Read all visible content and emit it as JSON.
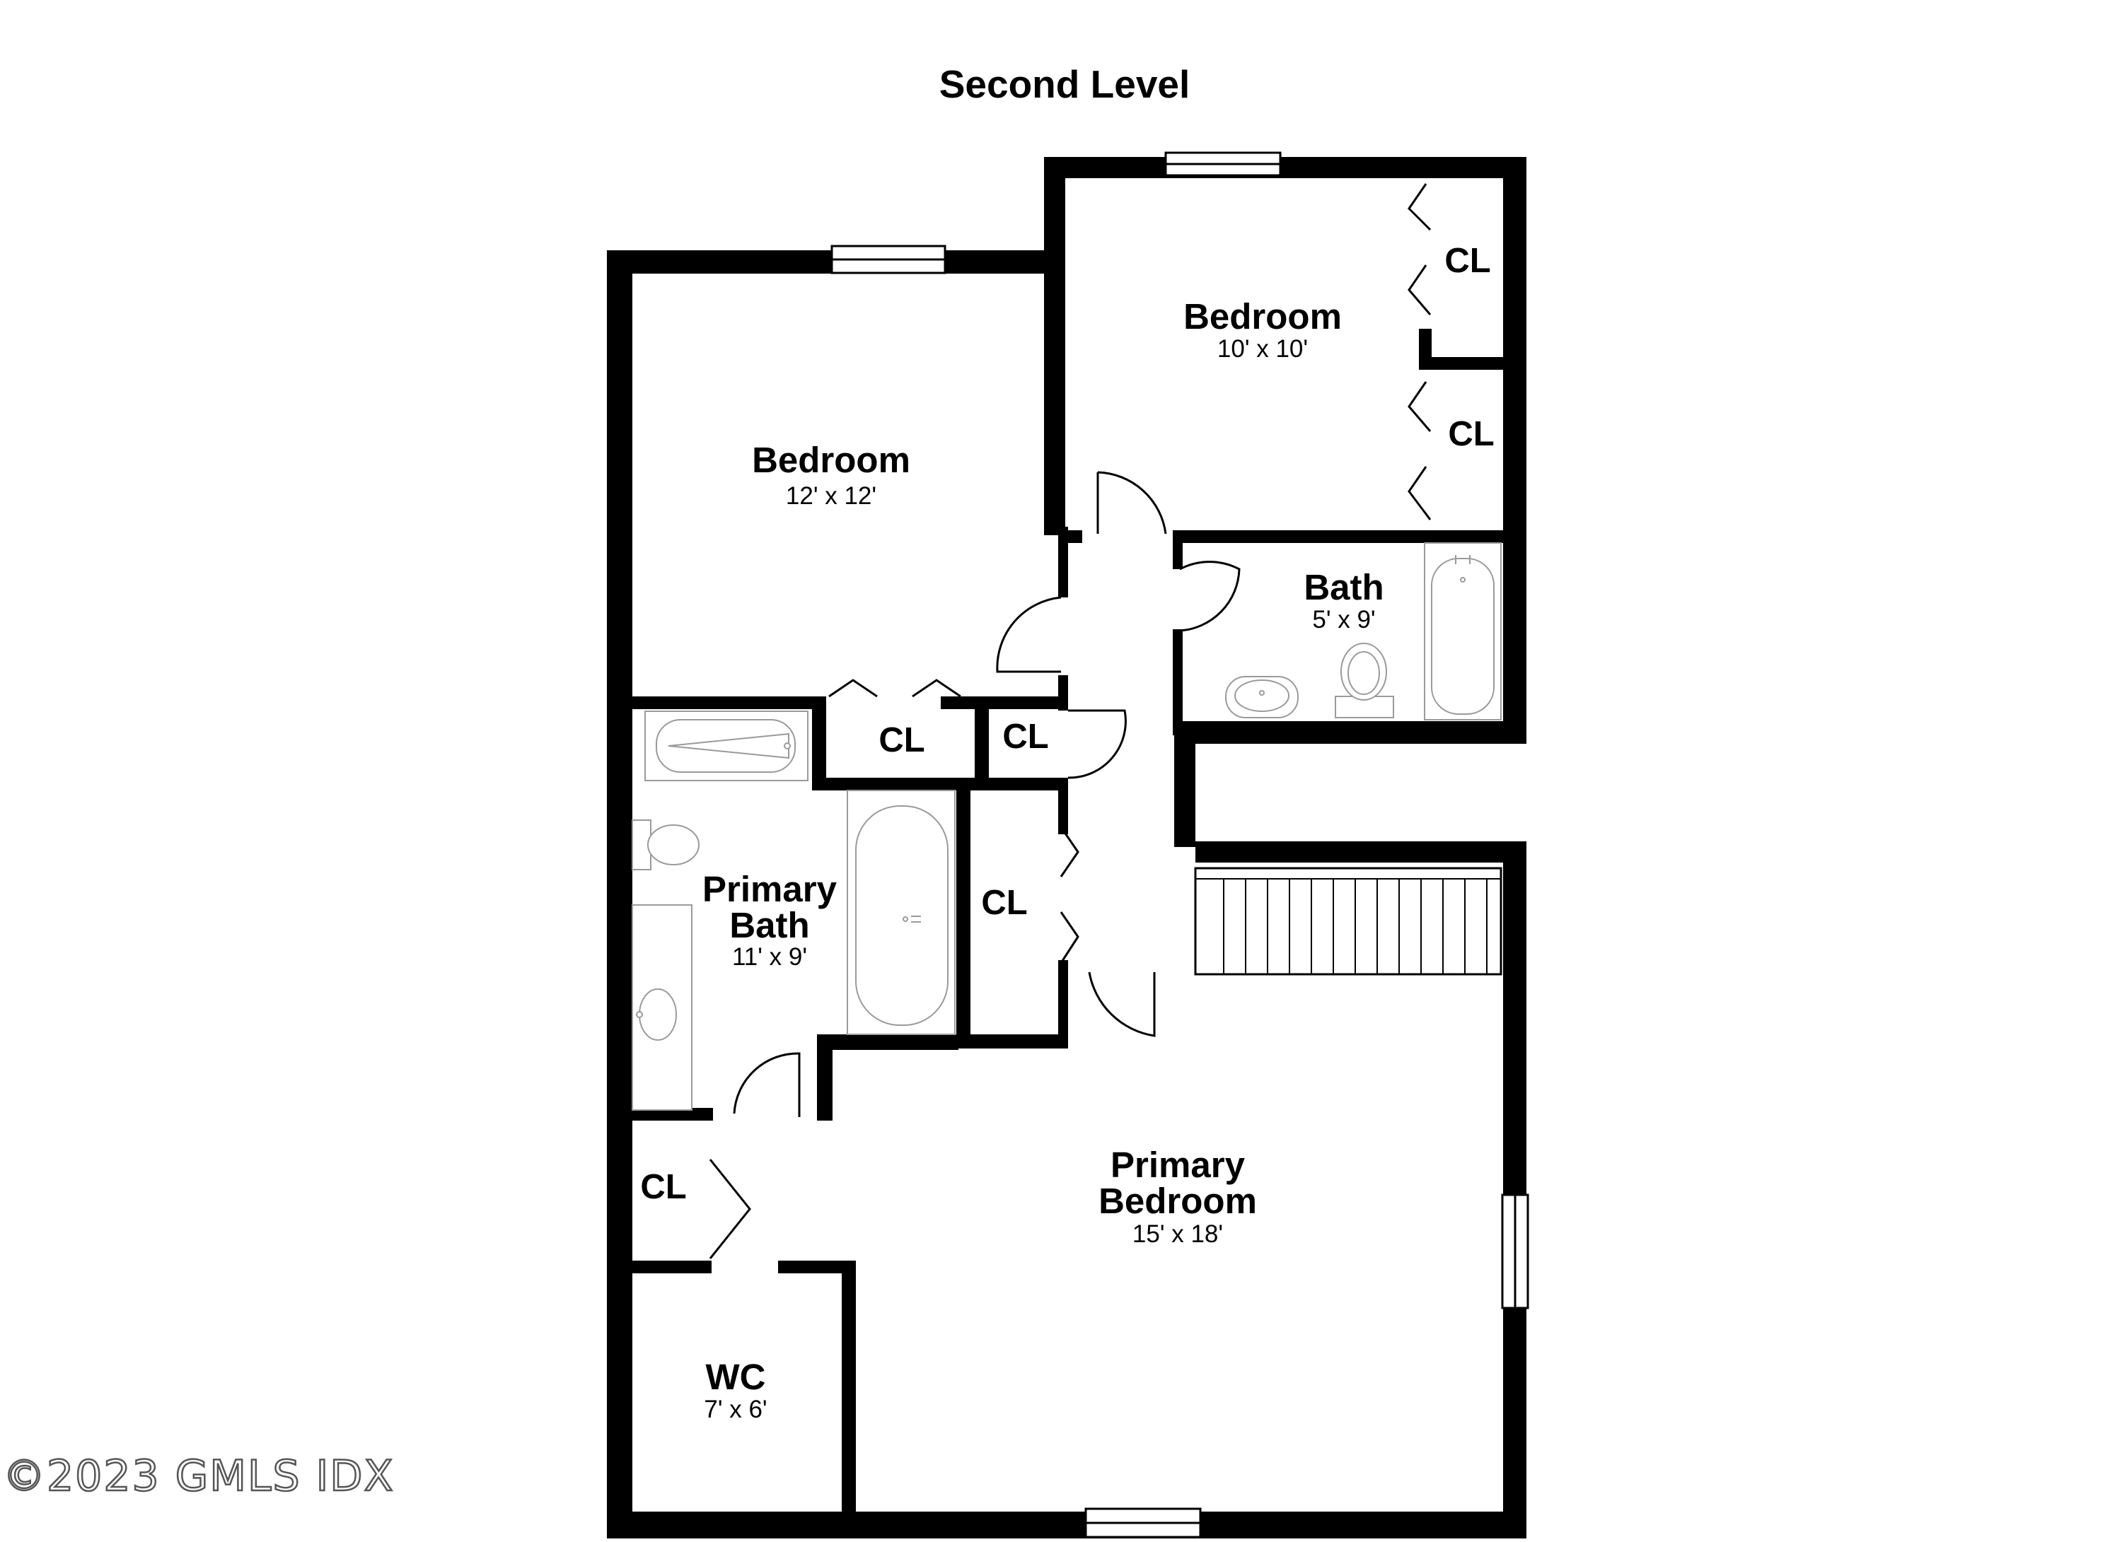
{
  "title": "Second Level",
  "watermark": "©2023 GMLS IDX",
  "rooms": {
    "bedroom_left": {
      "name": "Bedroom",
      "dims": "12' x 12'"
    },
    "bedroom_right": {
      "name": "Bedroom",
      "dims": "10' x 10'"
    },
    "bath": {
      "name": "Bath",
      "dims": "5' x 9'"
    },
    "primary_bath": {
      "name_line1": "Primary",
      "name_line2": "Bath",
      "dims": "11' x 9'"
    },
    "primary_bedroom": {
      "name_line1": "Primary",
      "name_line2": "Bedroom",
      "dims": "15' x 18'"
    },
    "wc": {
      "name": "WC",
      "dims": "7' x 6'"
    }
  },
  "closets": {
    "right_upper": "CL",
    "right_lower": "CL",
    "middle": "CL",
    "hall_small": "CL",
    "hall_tall": "CL",
    "primary": "CL"
  },
  "colors": {
    "wall": "#000000",
    "fixture": "#9a9a9a",
    "background": "#ffffff"
  }
}
